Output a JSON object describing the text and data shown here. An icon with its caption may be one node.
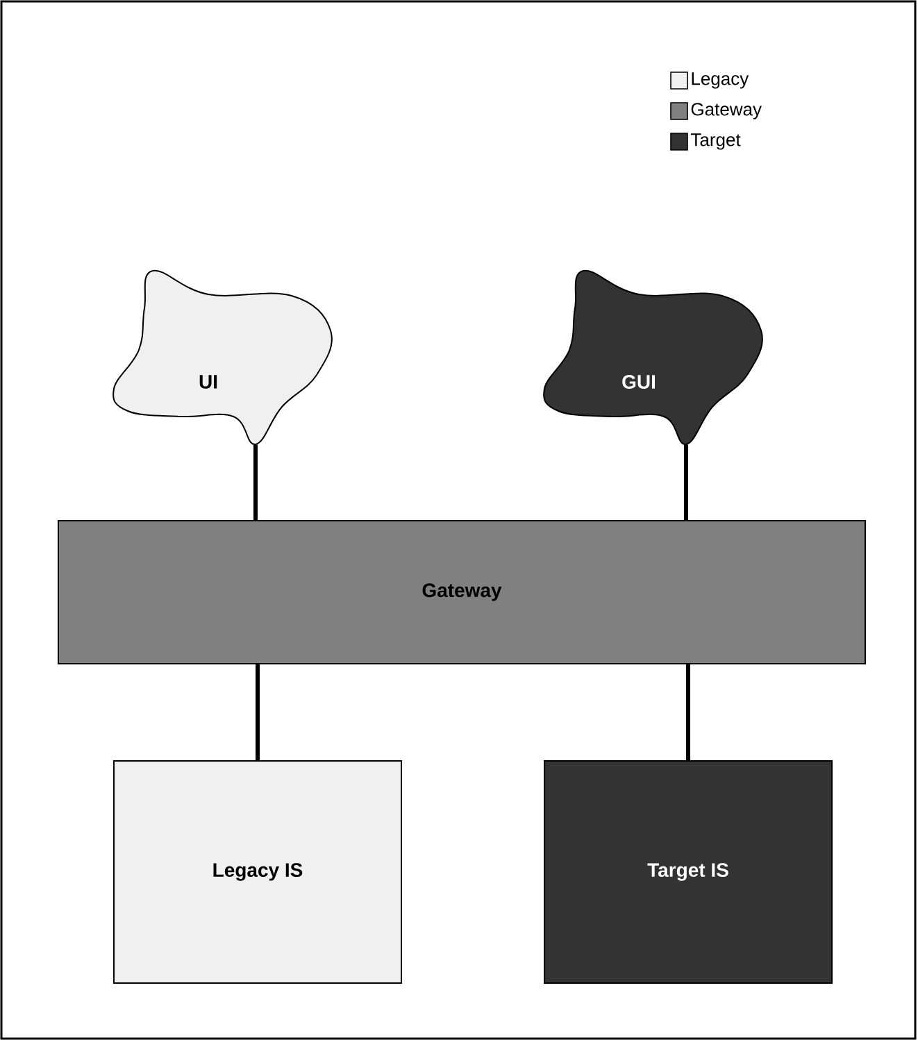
{
  "diagram": {
    "nodes": [
      {
        "text": [
          "UI"
        ]
      },
      {
        "text": [
          "GUI"
        ]
      },
      {
        "text": [
          "Gateway"
        ]
      },
      {
        "text": [
          "Legacy IS"
        ]
      },
      {
        "text": [
          "Target IS"
        ]
      }
    ],
    "edges": [
      {
        "from": 0,
        "to": 2,
        "arrow": "none"
      },
      {
        "from": 1,
        "to": 2,
        "arrow": "none"
      },
      {
        "from": 2,
        "to": 3,
        "arrow": "none"
      },
      {
        "from": 2,
        "to": 4,
        "arrow": "none"
      }
    ],
    "legend": [
      {
        "text": "Legacy",
        "color": "#f0f0f0"
      },
      {
        "text": "Gateway",
        "color": "#808080"
      },
      {
        "text": "Target",
        "color": "#333333"
      }
    ]
  }
}
